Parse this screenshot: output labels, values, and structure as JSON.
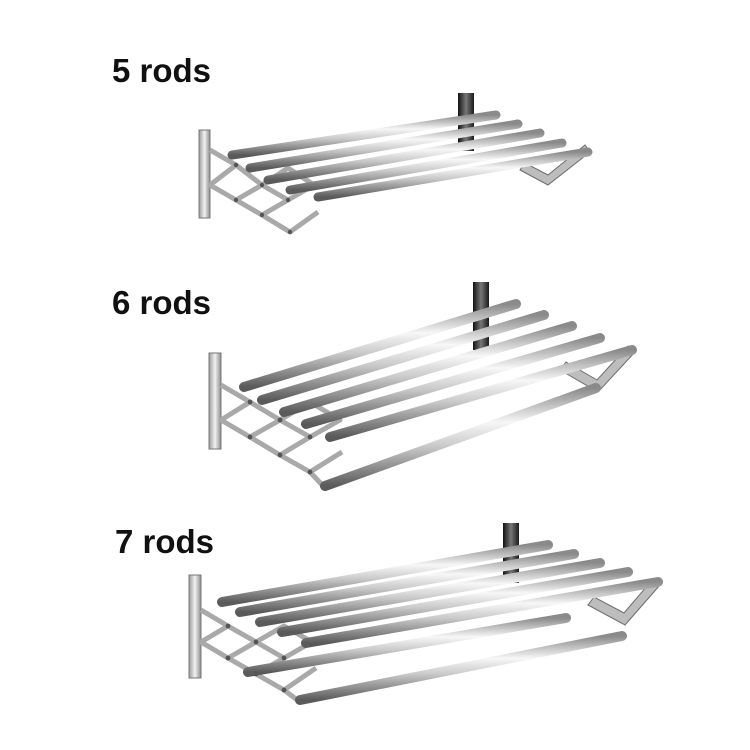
{
  "products": [
    {
      "label": "5 rods",
      "rods": 5
    },
    {
      "label": "6 rods",
      "rods": 6
    },
    {
      "label": "7 rods",
      "rods": 7
    }
  ],
  "colors": {
    "background": "#ffffff",
    "text": "#111111",
    "steel_light": "#f4f4f4",
    "steel_mid": "#b9b9b9",
    "steel_dark": "#5c5c5c",
    "bracket": "#2a2a2a"
  }
}
